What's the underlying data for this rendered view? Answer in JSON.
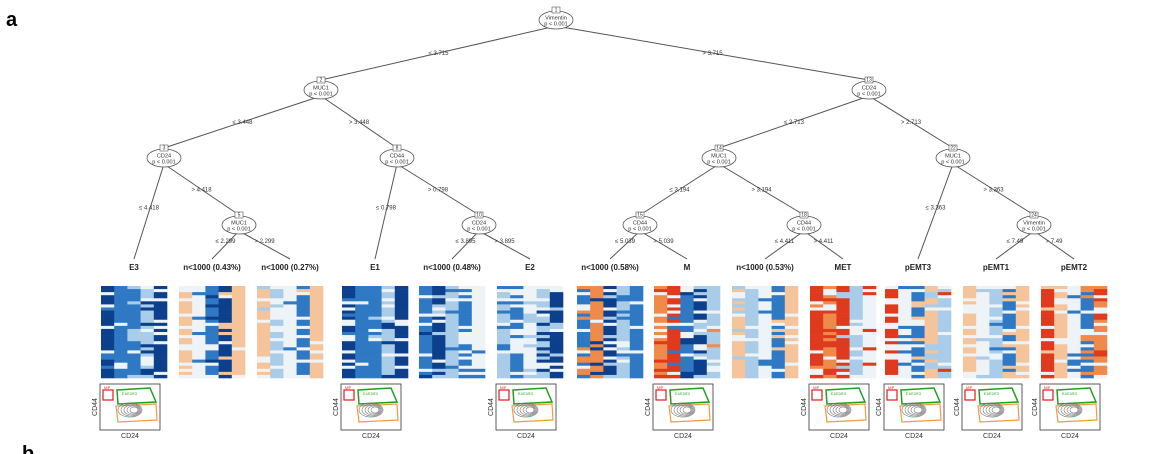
{
  "panel_letters": [
    "a",
    "b"
  ],
  "colors": {
    "blue_dark": "#0c3f8c",
    "blue_mid": "#2f78c4",
    "blue_light": "#a9cce8",
    "pale": "#eef3f7",
    "orange_light": "#f6c49a",
    "orange": "#f08a4b",
    "red": "#e03a1e",
    "gate_green": "#1f9e1f",
    "gate_red": "#e01b1b",
    "gate_orange": "#f19a3e",
    "gate_gray": "#777777"
  },
  "nodes": [
    {
      "id": 1,
      "label": "Vimentin",
      "p": "p < 0.001"
    },
    {
      "id": 2,
      "label": "MUC1",
      "p": "p < 0.001"
    },
    {
      "id": 3,
      "label": "CD24",
      "p": "p < 0.001"
    },
    {
      "id": 5,
      "label": "MUC1",
      "p": "p < 0.001"
    },
    {
      "id": 8,
      "label": "CD44",
      "p": "p < 0.001"
    },
    {
      "id": 10,
      "label": "CD24",
      "p": "p < 0.001"
    },
    {
      "id": 13,
      "label": "CD24",
      "p": "p < 0.001"
    },
    {
      "id": 14,
      "label": "MUC1",
      "p": "p < 0.001"
    },
    {
      "id": 15,
      "label": "CD44",
      "p": "p < 0.001"
    },
    {
      "id": 18,
      "label": "CD44",
      "p": "p < 0.001"
    },
    {
      "id": 22,
      "label": "MUC1",
      "p": "p < 0.001"
    },
    {
      "id": 24,
      "label": "Vimentin",
      "p": "p < 0.001"
    }
  ],
  "edges": [
    {
      "from": 1,
      "to": 2,
      "label": "≤ 3.715"
    },
    {
      "from": 1,
      "to": 13,
      "label": "> 3.715"
    },
    {
      "from": 2,
      "to": 3,
      "label": "≤ 3.448"
    },
    {
      "from": 2,
      "to": 8,
      "label": "> 3.448"
    },
    {
      "from": 3,
      "to": "E3",
      "label": "≤ 4.418"
    },
    {
      "from": 3,
      "to": 5,
      "label": "> 4.418"
    },
    {
      "from": 5,
      "to": "n1",
      "label": "≤ 2.299"
    },
    {
      "from": 5,
      "to": "n2",
      "label": "> 2.299"
    },
    {
      "from": 8,
      "to": "E1",
      "label": "≤ 0.798"
    },
    {
      "from": 8,
      "to": 10,
      "label": "> 0.798"
    },
    {
      "from": 10,
      "to": "n3",
      "label": "≤ 3.895"
    },
    {
      "from": 10,
      "to": "E2",
      "label": "> 3.895"
    },
    {
      "from": 13,
      "to": 14,
      "label": "≤ 2.713"
    },
    {
      "from": 13,
      "to": 22,
      "label": "> 2.713"
    },
    {
      "from": 14,
      "to": 15,
      "label": "≤ 3.194"
    },
    {
      "from": 14,
      "to": 18,
      "label": "> 3.194"
    },
    {
      "from": 15,
      "to": "n4",
      "label": "≤ 5.039"
    },
    {
      "from": 15,
      "to": "M",
      "label": "> 5.039"
    },
    {
      "from": 18,
      "to": "n5",
      "label": "≤ 4.411"
    },
    {
      "from": 18,
      "to": "MET",
      "label": "> 4.411"
    },
    {
      "from": 22,
      "to": "pEMT3",
      "label": "≤ 3.363"
    },
    {
      "from": 22,
      "to": 24,
      "label": "> 3.363"
    },
    {
      "from": 24,
      "to": "pEMT1",
      "label": "≤ 7.49"
    },
    {
      "from": 24,
      "to": "pEMT2",
      "label": "> 7.49"
    }
  ],
  "leaves": [
    {
      "id": "E3",
      "label": "E3",
      "palette": "blue_dark",
      "flow": true
    },
    {
      "id": "n1",
      "label": "n<1000 (0.43%)",
      "palette": "mixed_orange",
      "flow": false
    },
    {
      "id": "n2",
      "label": "n<1000 (0.27%)",
      "palette": "mixed",
      "flow": false
    },
    {
      "id": "E1",
      "label": "E1",
      "palette": "blue_dark",
      "flow": true
    },
    {
      "id": "n3",
      "label": "n<1000 (0.48%)",
      "palette": "blue",
      "flow": false
    },
    {
      "id": "E2",
      "label": "E2",
      "palette": "blue_light",
      "flow": true
    },
    {
      "id": "n4",
      "label": "n<1000 (0.58%)",
      "palette": "blue_orange",
      "flow": false
    },
    {
      "id": "M",
      "label": "M",
      "palette": "red_blue",
      "flow": true
    },
    {
      "id": "n5",
      "label": "n<1000 (0.53%)",
      "palette": "mixed",
      "flow": false
    },
    {
      "id": "MET",
      "label": "MET",
      "palette": "red_heavy",
      "flow": true
    },
    {
      "id": "pEMT3",
      "label": "pEMT3",
      "palette": "red_mixed",
      "flow": true
    },
    {
      "id": "pEMT1",
      "label": "pEMT1",
      "palette": "orange_blue",
      "flow": true
    },
    {
      "id": "pEMT2",
      "label": "pEMT2",
      "palette": "red_orange",
      "flow": true
    }
  ],
  "flow_axes": {
    "x": "CD24",
    "y": "CD44"
  },
  "gate_labels": {
    "red": "M/P",
    "green": "E1/E2/E3"
  }
}
